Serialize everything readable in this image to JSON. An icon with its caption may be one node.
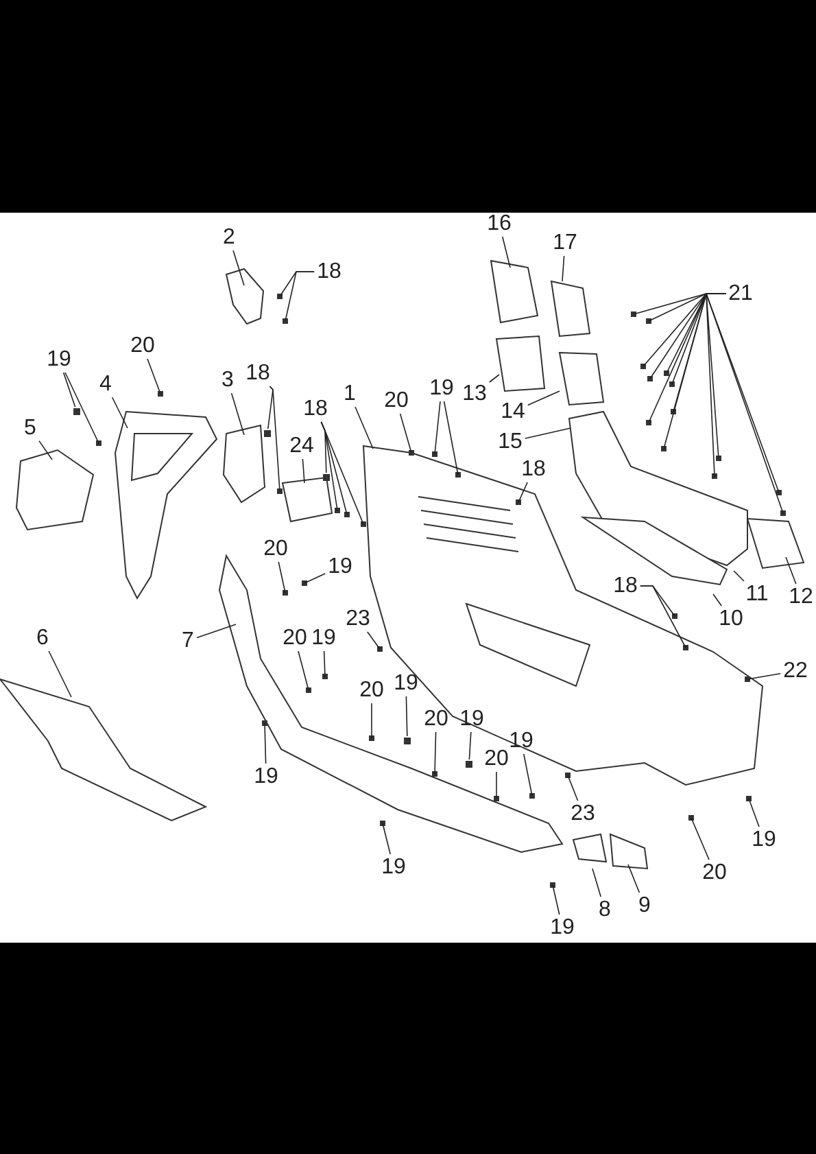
{
  "diagram": {
    "nodes": [
      {
        "text": [
          "2"
        ]
      },
      {
        "text": [
          "18"
        ]
      },
      {
        "text": [
          "19"
        ]
      },
      {
        "text": [
          "20"
        ]
      },
      {
        "text": [
          "4"
        ]
      },
      {
        "text": [
          "5"
        ]
      },
      {
        "text": [
          "3"
        ]
      },
      {
        "text": [
          "18"
        ]
      },
      {
        "text": [
          "18"
        ]
      },
      {
        "text": [
          "24"
        ]
      },
      {
        "text": [
          "1"
        ]
      },
      {
        "text": [
          "20"
        ]
      },
      {
        "text": [
          "19"
        ]
      },
      {
        "text": [
          "16"
        ]
      },
      {
        "text": [
          "17"
        ]
      },
      {
        "text": [
          "13"
        ]
      },
      {
        "text": [
          "14"
        ]
      },
      {
        "text": [
          "15"
        ]
      },
      {
        "text": [
          "21"
        ]
      },
      {
        "text": [
          "18"
        ]
      },
      {
        "text": [
          "11"
        ]
      },
      {
        "text": [
          "12"
        ]
      },
      {
        "text": [
          "10"
        ]
      },
      {
        "text": [
          "18"
        ]
      },
      {
        "text": [
          "22"
        ]
      },
      {
        "text": [
          "20"
        ]
      },
      {
        "text": [
          "19"
        ]
      },
      {
        "text": [
          "7"
        ]
      },
      {
        "text": [
          "23"
        ]
      },
      {
        "text": [
          "20"
        ]
      },
      {
        "text": [
          "19"
        ]
      },
      {
        "text": [
          "20"
        ]
      },
      {
        "text": [
          "19"
        ]
      },
      {
        "text": [
          "6"
        ]
      },
      {
        "text": [
          "19"
        ]
      },
      {
        "text": [
          "20"
        ]
      },
      {
        "text": [
          "19"
        ]
      },
      {
        "text": [
          "20"
        ]
      },
      {
        "text": [
          "19"
        ]
      },
      {
        "text": [
          "23"
        ]
      },
      {
        "text": [
          "19"
        ]
      },
      {
        "text": [
          "20"
        ]
      },
      {
        "text": [
          "19"
        ]
      },
      {
        "text": [
          "8"
        ]
      },
      {
        "text": [
          "9"
        ]
      },
      {
        "text": [
          "19"
        ]
      },
      {
        "text": [],
        "shape": "box"
      },
      {
        "text": [],
        "shape": "box"
      },
      {
        "text": [],
        "shape": "box"
      },
      {
        "text": [],
        "shape": "box"
      },
      {
        "text": [],
        "shape": "box"
      }
    ],
    "edges": [
      {
        "from": 0,
        "to": null,
        "arrow": "none"
      },
      {
        "from": 1,
        "to": null,
        "arrow": "none"
      },
      {
        "from": 1,
        "to": null,
        "arrow": "none"
      },
      {
        "from": 2,
        "to": 46,
        "arrow": "none"
      },
      {
        "from": 2,
        "to": null,
        "arrow": "none"
      },
      {
        "from": 3,
        "to": null,
        "arrow": "none"
      },
      {
        "from": 4,
        "to": null,
        "arrow": "none"
      },
      {
        "from": 5,
        "to": null,
        "arrow": "none"
      },
      {
        "from": 6,
        "to": null,
        "arrow": "none"
      },
      {
        "from": 7,
        "to": 47,
        "arrow": "none"
      },
      {
        "from": 7,
        "to": null,
        "arrow": "none"
      },
      {
        "from": 8,
        "to": 48,
        "arrow": "none"
      },
      {
        "from": 8,
        "to": null,
        "arrow": "none"
      },
      {
        "from": 8,
        "to": null,
        "arrow": "none"
      },
      {
        "from": 8,
        "to": null,
        "arrow": "none"
      },
      {
        "from": 9,
        "to": null,
        "arrow": "none"
      },
      {
        "from": 10,
        "to": null,
        "arrow": "none"
      },
      {
        "from": 11,
        "to": null,
        "arrow": "none"
      },
      {
        "from": 12,
        "to": null,
        "arrow": "none"
      },
      {
        "from": 12,
        "to": null,
        "arrow": "none"
      },
      {
        "from": 13,
        "to": null,
        "arrow": "none"
      },
      {
        "from": 14,
        "to": null,
        "arrow": "none"
      },
      {
        "from": 15,
        "to": null,
        "arrow": "none"
      },
      {
        "from": 16,
        "to": null,
        "arrow": "none"
      },
      {
        "from": 17,
        "to": null,
        "arrow": "none"
      },
      {
        "from": 18,
        "to": null,
        "arrow": "none"
      },
      {
        "from": 18,
        "to": null,
        "arrow": "none"
      },
      {
        "from": 18,
        "to": null,
        "arrow": "none"
      },
      {
        "from": 18,
        "to": null,
        "arrow": "none"
      },
      {
        "from": 18,
        "to": null,
        "arrow": "none"
      },
      {
        "from": 18,
        "to": null,
        "arrow": "none"
      },
      {
        "from": 18,
        "to": null,
        "arrow": "none"
      },
      {
        "from": 18,
        "to": null,
        "arrow": "none"
      },
      {
        "from": 18,
        "to": null,
        "arrow": "none"
      },
      {
        "from": 18,
        "to": null,
        "arrow": "none"
      },
      {
        "from": 18,
        "to": null,
        "arrow": "none"
      },
      {
        "from": 18,
        "to": null,
        "arrow": "none"
      },
      {
        "from": 18,
        "to": null,
        "arrow": "none"
      },
      {
        "from": 19,
        "to": null,
        "arrow": "none"
      },
      {
        "from": 20,
        "to": null,
        "arrow": "none"
      },
      {
        "from": 21,
        "to": null,
        "arrow": "none"
      },
      {
        "from": 22,
        "to": null,
        "arrow": "none"
      },
      {
        "from": 23,
        "to": null,
        "arrow": "none"
      },
      {
        "from": 23,
        "to": null,
        "arrow": "none"
      },
      {
        "from": 24,
        "to": null,
        "arrow": "none"
      },
      {
        "from": 25,
        "to": null,
        "arrow": "none"
      },
      {
        "from": 26,
        "to": null,
        "arrow": "none"
      },
      {
        "from": 27,
        "to": null,
        "arrow": "none"
      },
      {
        "from": 28,
        "to": null,
        "arrow": "none"
      },
      {
        "from": 29,
        "to": null,
        "arrow": "none"
      },
      {
        "from": 30,
        "to": null,
        "arrow": "none"
      },
      {
        "from": 31,
        "to": null,
        "arrow": "none"
      },
      {
        "from": 32,
        "to": 49,
        "arrow": "none"
      },
      {
        "from": 33,
        "to": null,
        "arrow": "none"
      },
      {
        "from": 34,
        "to": null,
        "arrow": "none"
      },
      {
        "from": 35,
        "to": null,
        "arrow": "none"
      },
      {
        "from": 36,
        "to": 50,
        "arrow": "none"
      },
      {
        "from": 37,
        "to": null,
        "arrow": "none"
      },
      {
        "from": 38,
        "to": null,
        "arrow": "none"
      },
      {
        "from": 39,
        "to": null,
        "arrow": "none"
      },
      {
        "from": 40,
        "to": null,
        "arrow": "none"
      },
      {
        "from": 41,
        "to": null,
        "arrow": "none"
      },
      {
        "from": 42,
        "to": null,
        "arrow": "none"
      },
      {
        "from": 43,
        "to": null,
        "arrow": "none"
      },
      {
        "from": 44,
        "to": null,
        "arrow": "none"
      },
      {
        "from": 45,
        "to": null,
        "arrow": "none"
      }
    ]
  }
}
